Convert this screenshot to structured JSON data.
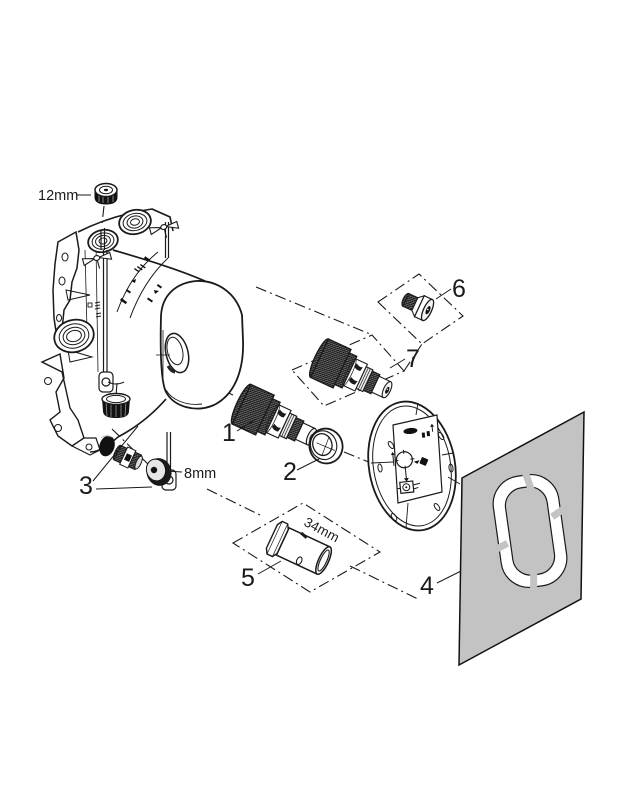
{
  "figure": {
    "kind": "exploded-parts-diagram",
    "subject": "concealed-valve-rough-in-assembly",
    "background_color": "#ffffff",
    "line_color": "#1a1a1a",
    "seal_plate_color": "#c3c3c3"
  },
  "dimension_labels": {
    "cap": "12mm",
    "disc": "8mm",
    "sleeve": "34mm"
  },
  "callouts": [
    {
      "number": "1",
      "part": "cartridge"
    },
    {
      "number": "2",
      "part": "ring"
    },
    {
      "number": "3",
      "part": "screw-set"
    },
    {
      "number": "4",
      "part": "seal-sheet"
    },
    {
      "number": "5",
      "part": "sleeve"
    },
    {
      "number": "6",
      "part": "screw-plug"
    },
    {
      "number": "7",
      "part": "cartridge-alt"
    }
  ]
}
